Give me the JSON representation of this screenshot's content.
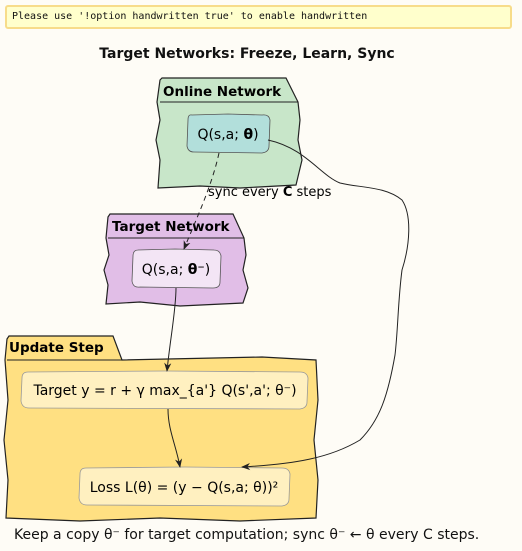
{
  "warning": "Please use '!option handwritten true' to enable handwritten",
  "title": "Target Networks: Freeze, Learn, Sync",
  "packages": {
    "online": {
      "label": "Online Network",
      "color": "#c8e6c9"
    },
    "target": {
      "label": "Target Network",
      "color": "#e1bee7"
    },
    "update": {
      "label": "Update Step",
      "color": "#ffe082"
    }
  },
  "nodes": {
    "online_q": {
      "pre": "Q(s,a; ",
      "bold": "θ",
      "post": ")",
      "color": "#b2dfdb"
    },
    "target_q": {
      "pre": "Q(s,a; ",
      "bold": "θ⁻",
      "post": ")",
      "color": "#f3e5f5"
    },
    "target_y": {
      "text": "Target y = r + γ max_{a'} Q(s',a'; θ⁻)",
      "color": "#fff0c0"
    },
    "loss": {
      "text": "Loss L(θ) = (y − Q(s,a; θ))²",
      "color": "#fff0c0"
    }
  },
  "edges": {
    "sync": {
      "pre": "sync every ",
      "bold": "C",
      "post": " steps"
    }
  },
  "footer": "Keep a copy θ⁻ for target computation; sync θ⁻ ← θ every C steps."
}
